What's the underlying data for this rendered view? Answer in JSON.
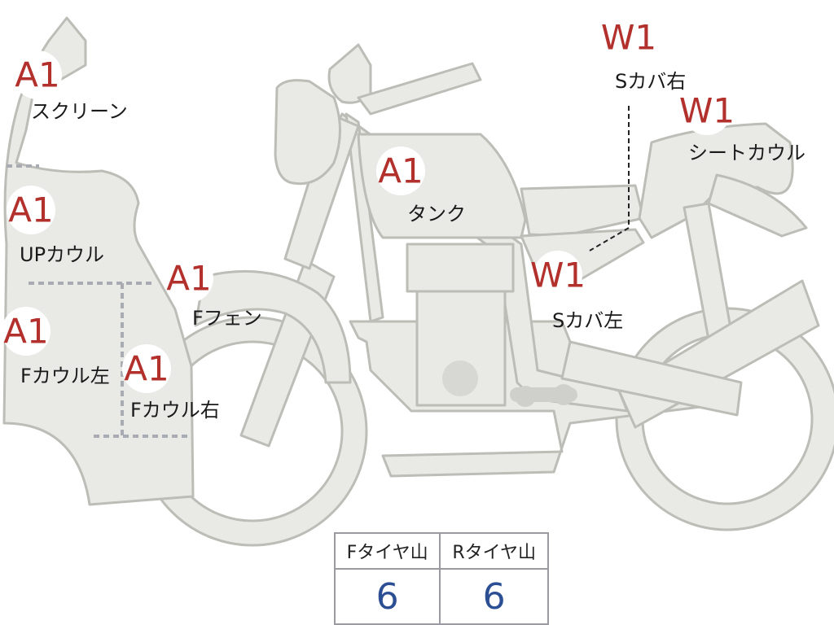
{
  "parts": {
    "screen": {
      "grade": "A1",
      "label": "スクリーン"
    },
    "up_cowl": {
      "grade": "A1",
      "label": "UPカウル"
    },
    "f_cowl_left": {
      "grade": "A1",
      "label": "Fカウル左"
    },
    "f_cowl_right": {
      "grade": "A1",
      "label": "Fカウル右"
    },
    "f_fender": {
      "grade": "A1",
      "label": "Fフェン"
    },
    "tank": {
      "grade": "A1",
      "label": "タンク"
    },
    "side_cover_right": {
      "grade": "W1",
      "label": "Sカバ右"
    },
    "seat_cowl": {
      "grade": "W1",
      "label": "シートカウル"
    },
    "side_cover_left": {
      "grade": "W1",
      "label": "Sカバ左"
    }
  },
  "tire_table": {
    "headers": [
      "Fタイヤ山",
      "Rタイヤ山"
    ],
    "values": [
      "6",
      "6"
    ]
  },
  "colors": {
    "grade_text": "#b3312c",
    "part_fill": "#e9e9e6",
    "part_outline": "#bdbdb7",
    "tire_value": "#2c4f94"
  }
}
